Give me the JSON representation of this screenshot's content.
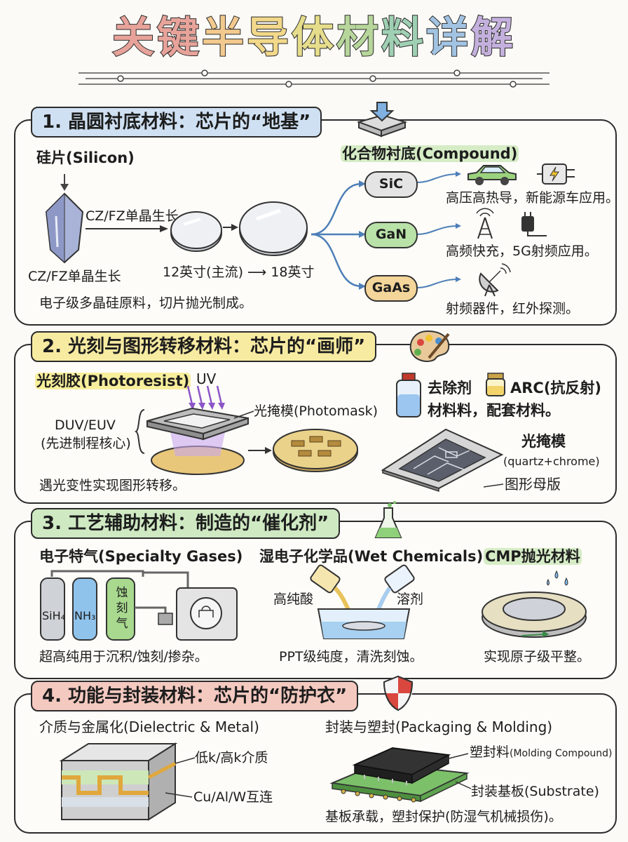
{
  "title": {
    "chars": [
      {
        "c": "关",
        "color": "#e7a39a"
      },
      {
        "c": "键",
        "color": "#e7a39a"
      },
      {
        "c": "半",
        "color": "#f2c98e"
      },
      {
        "c": "导",
        "color": "#f2d88a"
      },
      {
        "c": "体",
        "color": "#e6dd8c"
      },
      {
        "c": "材",
        "color": "#b7d69b"
      },
      {
        "c": "料",
        "color": "#9fd0b3"
      },
      {
        "c": "详",
        "color": "#a2c3e2"
      },
      {
        "c": "解",
        "color": "#c4b0dd"
      }
    ]
  },
  "s1": {
    "head": "1. 晶圆衬底材料：芯片的“地基”",
    "head_color": "#cfe0f2",
    "silicon_label": "硅片(Silicon)",
    "arrow_text": "CZ/FZ单晶生长",
    "ingot_caption": "CZ/FZ单晶生长",
    "wafer_caption": "12英寸(主流) ⟶ 18英寸",
    "note": "电子级多晶硅原料，切片抛光制成。",
    "compound_label": "化合物衬底(Compound)",
    "materials": [
      {
        "name": "SiC",
        "desc": "高压高热导，新能源车应用。",
        "color": "#e4e4e4"
      },
      {
        "name": "GaN",
        "desc": "高频快充，5G射频应用。",
        "color": "#b9e2a8"
      },
      {
        "name": "GaAs",
        "desc": "射频器件，红外探测。",
        "color": "#f4d59a"
      }
    ]
  },
  "s2": {
    "head": "2. 光刻与图形转移材料：芯片的“画师”",
    "head_color": "#f7eba2",
    "photoresist_label": "光刻胶(Photoresist)",
    "uv": "UV",
    "duv": "DUV/EUV",
    "duv_note": "(先进制程核心)",
    "photomask_label": "光掩模(Photomask)",
    "note": "遇光变性实现图形转移。",
    "remover": "去除剂",
    "arc": "ARC(抗反射)",
    "aux": "材料料，配套材料。",
    "mask_title": "光掩模",
    "mask_sub": "(quartz+chrome)",
    "mask_desc": "图形母版"
  },
  "s3": {
    "head": "3. 工艺辅助材料：制造的“催化剂”",
    "head_color": "#cfe9c3",
    "gases_label": "电子特气(Specialty Gases)",
    "gas_sih4": "SiH₄",
    "gas_nh3": "NH₃",
    "gas_etch": [
      "蚀",
      "刻",
      "气"
    ],
    "gases_note": "超高纯用于沉积/蚀刻/掺杂。",
    "wet_label": "湿电子化学品(Wet Chemicals)",
    "acid": "高纯酸",
    "solvent": "溶剂",
    "wet_note": "PPT级纯度，清洗刻蚀。",
    "cmp_label": "CMP抛光材料",
    "cmp_note": "实现原子级平整。"
  },
  "s4": {
    "head": "4. 功能与封装材料：芯片的“防护衣”",
    "head_color": "#f4c9c0",
    "dielectric_label": "介质与金属化(Dielectric & Metal)",
    "lowk": "低k/高k介质",
    "cu": "Cu/Al/W互连",
    "pkg_label": "封装与塑封(Packaging & Molding)",
    "molding": "塑封料",
    "molding_en": "(Molding Compound)",
    "substrate": "封装基板(Substrate)",
    "pkg_note": "基板承载，塑封保护(防湿气机械损伤)。"
  }
}
